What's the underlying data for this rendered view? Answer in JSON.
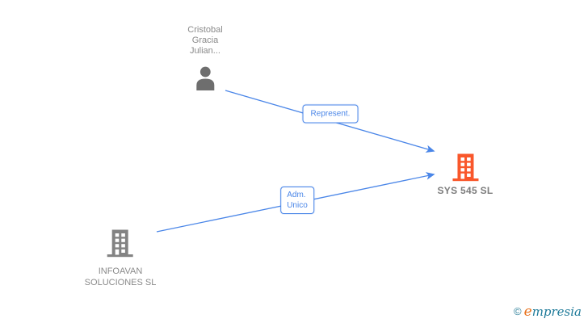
{
  "diagram": {
    "nodes": {
      "person": {
        "type": "person",
        "label_lines": [
          "Cristobal",
          "Gracia",
          "Julian..."
        ]
      },
      "source_company": {
        "type": "company",
        "label_lines": [
          "INFOAVAN",
          "SOLUCIONES SL"
        ]
      },
      "target_company": {
        "type": "company",
        "label": "SYS 545 SL"
      }
    },
    "edges": {
      "represent": {
        "label": "Represent."
      },
      "adm_unico": {
        "label_lines": [
          "Adm.",
          "Unico"
        ]
      }
    }
  },
  "watermark": {
    "copyright_symbol": "©",
    "brand_initial": "e",
    "brand_rest": "mpresia"
  },
  "colors": {
    "edge_blue": "#4a86e8",
    "node_label_gray": "#8a8a8a",
    "target_label_gray": "#7c7c7c",
    "person_icon_gray": "#6e6e6e",
    "building_gray": "#838383",
    "building_orange": "#f9572b",
    "brand_teal": "#1d7a99",
    "brand_orange": "#e8701a"
  }
}
